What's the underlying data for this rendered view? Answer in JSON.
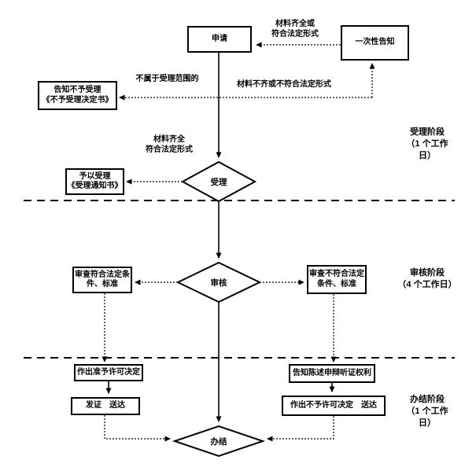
{
  "page": {
    "background": "#ffffff",
    "line_color": "#000000",
    "text_color": "#000000"
  },
  "nodes": {
    "apply": "申请",
    "one_time_notice": "一次性告知",
    "reject_notice": "告知不予受理\n《不予受理决定书》",
    "accept_notice": "予以受理\n《受理通知书》",
    "review_pass": "审查符合法定条\n件、标准",
    "review_fail": "审查不符合法定\n条件、标准",
    "grant_decision": "作出准予许可决定",
    "issue_deliver": "发证　送达",
    "hearing_rights": "告知陈述申辩听证权利",
    "deny_decision": "作出不予许可决定　送达"
  },
  "diamonds": {
    "accept": "受理",
    "audit": "审核",
    "finish": "办结"
  },
  "edge_labels": {
    "complete_or_legal_form": "材料齐全或\n符合法定形式",
    "not_in_scope": "不属于受理范围的",
    "incomplete_or_illegal_form": "材料不齐或不符合法定形式",
    "complete_legal_form": "材料齐全\n符合法定形式"
  },
  "stages": {
    "accept_stage": "受理阶段\n（1 个工作\n日）",
    "audit_stage": "审核阶段\n（4 个工作日）",
    "finish_stage": "办结阶段\n（1 个工作\n日）"
  }
}
